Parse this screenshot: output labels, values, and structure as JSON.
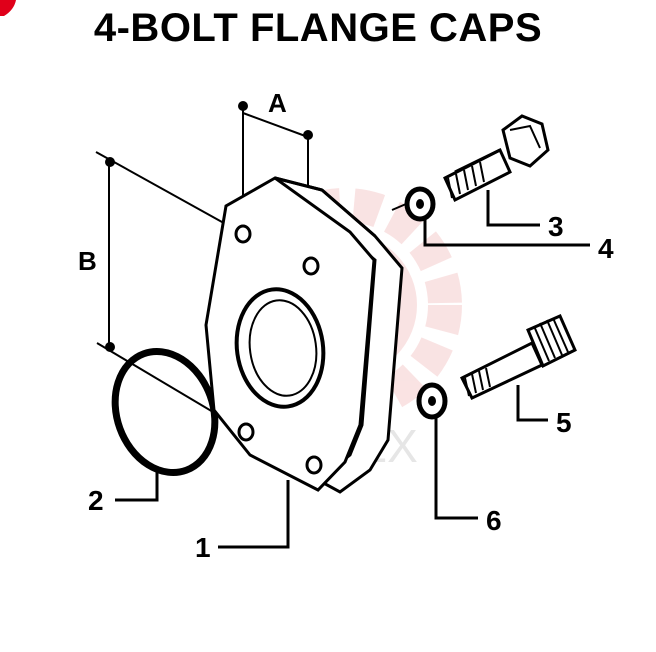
{
  "title": "4-BOLT FLANGE CAPS",
  "dimensions": {
    "a": "A",
    "b": "B"
  },
  "callouts": [
    {
      "number": "1",
      "part": "flange-cap"
    },
    {
      "number": "2",
      "part": "o-ring"
    },
    {
      "number": "3",
      "part": "hex-bolt"
    },
    {
      "number": "4",
      "part": "lock-washer-upper"
    },
    {
      "number": "5",
      "part": "socket-head-bolt"
    },
    {
      "number": "6",
      "part": "lock-washer-lower"
    }
  ],
  "watermark": "ИНТЕХ",
  "colors": {
    "line": "#000000",
    "watermark": "#f5c9c9",
    "corner-mark": "#e0001a"
  }
}
